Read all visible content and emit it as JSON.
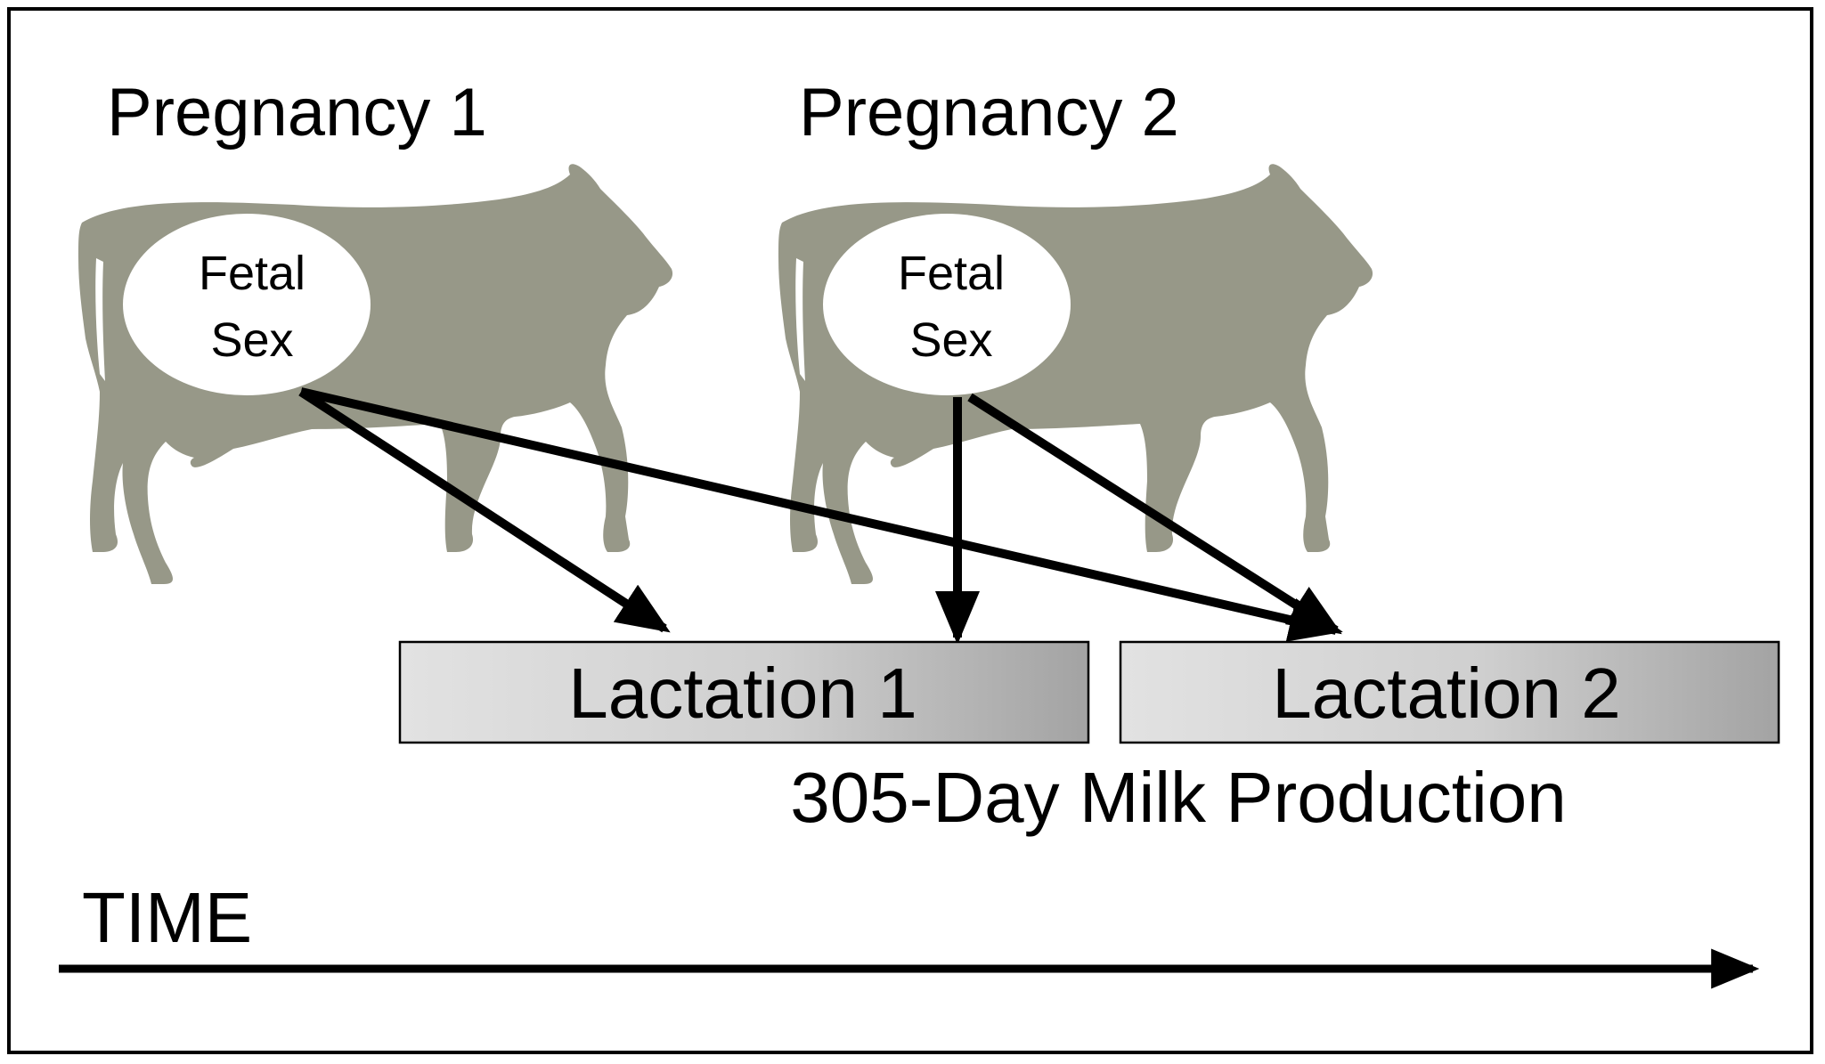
{
  "pregnancies": [
    {
      "title": "Pregnancy 1",
      "ellipse_line1": "Fetal",
      "ellipse_line2": "Sex"
    },
    {
      "title": "Pregnancy 2",
      "ellipse_line1": "Fetal",
      "ellipse_line2": "Sex"
    }
  ],
  "lactations": [
    "Lactation 1",
    "Lactation 2"
  ],
  "production_label": "305-Day Milk Production",
  "time_label": "TIME",
  "colors": {
    "cow": "#979888",
    "arrow": "#000000",
    "box_gradient_start": "#e2e2e2",
    "box_gradient_end": "#a3a3a3"
  },
  "icons": [
    "cow-silhouette",
    "time-arrow"
  ]
}
